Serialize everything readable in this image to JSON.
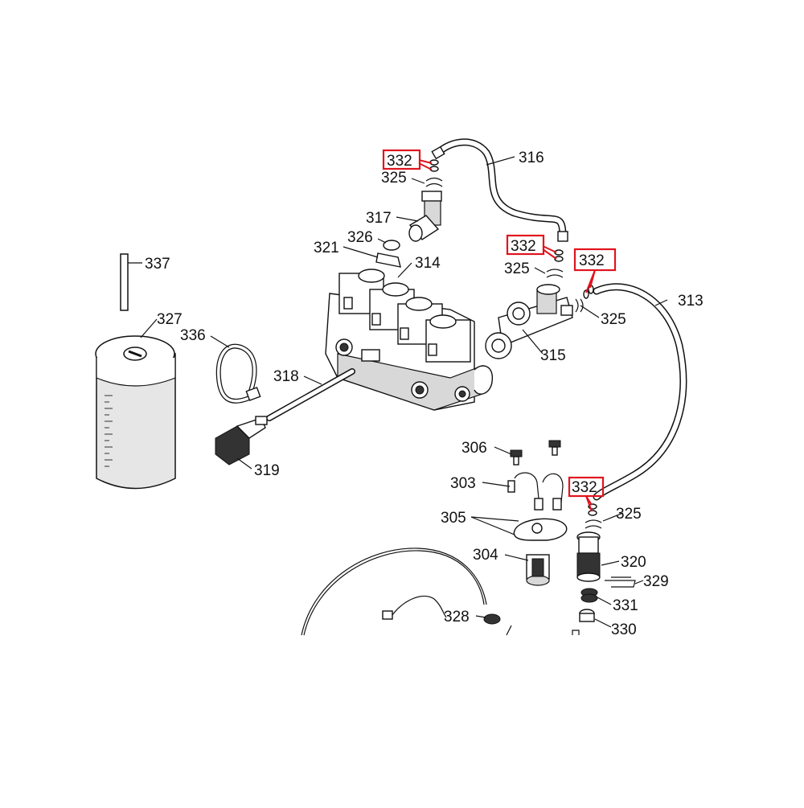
{
  "diagram": {
    "labels": {
      "l316": "316",
      "l332a": "332",
      "l325a": "325",
      "l317": "317",
      "l326": "326",
      "l321": "321",
      "l314": "314",
      "l337": "337",
      "l332b": "332",
      "l325b": "325",
      "l332c": "332",
      "l313": "313",
      "l325c": "325",
      "l327": "327",
      "l336": "336",
      "l315": "315",
      "l318": "318",
      "l319": "319",
      "l306": "306",
      "l303": "303",
      "l332d": "332",
      "l325d": "325",
      "l305": "305",
      "l304": "304",
      "l320": "320",
      "l329": "329",
      "l331": "331",
      "l328": "328",
      "l330": "330"
    },
    "highlight_color": "#e0141e"
  }
}
